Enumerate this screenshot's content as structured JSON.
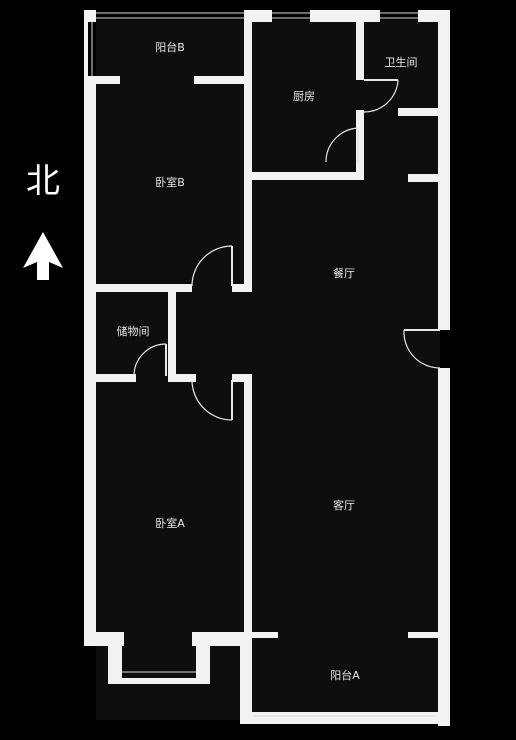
{
  "compass": {
    "label": "北",
    "icon": "north-arrow-icon"
  },
  "rooms": {
    "balcony_b": "阳台B",
    "kitchen": "厨房",
    "bathroom": "卫生间",
    "bedroom_b": "卧室B",
    "dining": "餐厅",
    "storage": "储物间",
    "living": "客厅",
    "bedroom_a": "卧室A",
    "balcony_a": "阳台A"
  },
  "colors": {
    "background": "#000000",
    "wall": "#f2f2f2",
    "text": "#e6e6e6"
  }
}
